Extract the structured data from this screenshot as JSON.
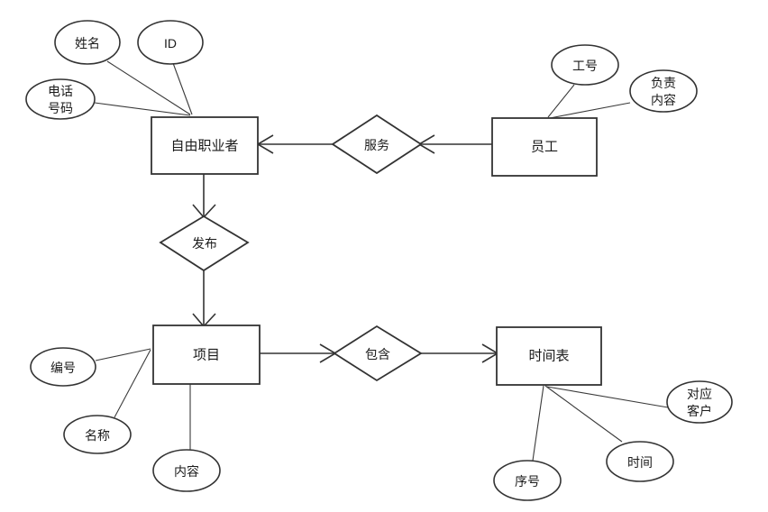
{
  "colors": {
    "background": "#ffffff",
    "line": "#333333",
    "text": "#1b1b1b"
  },
  "entities": {
    "freelancer": {
      "label": "自由职业者"
    },
    "employee": {
      "label": "员工"
    },
    "project": {
      "label": "项目"
    },
    "timetable": {
      "label": "时间表"
    }
  },
  "relationships": {
    "service": {
      "label": "服务"
    },
    "publish": {
      "label": "发布"
    },
    "contain": {
      "label": "包含"
    }
  },
  "attributes": {
    "name": {
      "label": "姓名"
    },
    "id": {
      "label": "ID"
    },
    "phone": {
      "line1": "电话",
      "line2": "号码"
    },
    "work_no": {
      "label": "工号"
    },
    "duty": {
      "line1": "负责",
      "line2": "内容"
    },
    "serial": {
      "label": "编号"
    },
    "title": {
      "label": "名称"
    },
    "content": {
      "label": "内容"
    },
    "seq": {
      "label": "序号"
    },
    "time": {
      "label": "时间"
    },
    "client": {
      "line1": "对应",
      "line2": "客户"
    }
  }
}
